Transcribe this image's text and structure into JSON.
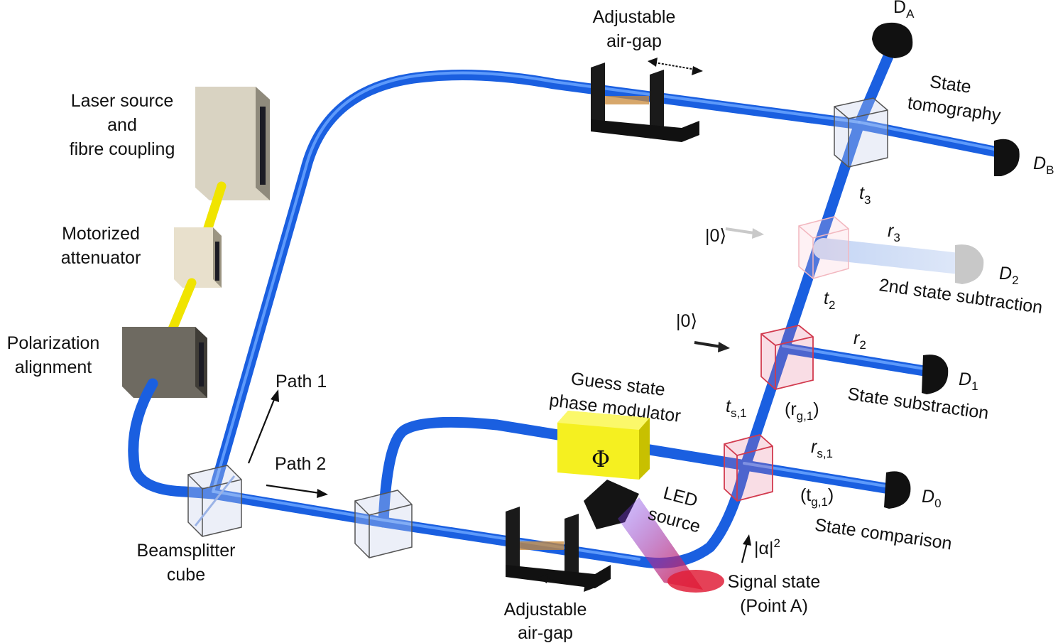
{
  "labels": {
    "laser_source": [
      "Laser source",
      "and",
      "fibre coupling"
    ],
    "attenuator": [
      "Motorized",
      "attenuator"
    ],
    "polarization": [
      "Polarization",
      "alignment"
    ],
    "beamsplitter": [
      "Beamsplitter",
      "cube"
    ],
    "path1": "Path 1",
    "path2": "Path 2",
    "airgap_top": [
      "Adjustable",
      "air-gap"
    ],
    "airgap_bottom": [
      "Adjustable",
      "air-gap"
    ],
    "guess_state": [
      "Guess state",
      "phase modulator"
    ],
    "phi": "Φ",
    "led": [
      "LED",
      "source"
    ],
    "signal_state": [
      "Signal state",
      "(Point A)"
    ],
    "alpha": "|α|",
    "alpha_sup": "2",
    "state_comparison": "State comparison",
    "state_subtraction": "State substraction",
    "second_subtraction": "2nd state subtraction",
    "state_tomography": [
      "State",
      "tomography"
    ],
    "ket_zero_1": "|0⟩",
    "ket_zero_2": "|0⟩",
    "det_A": {
      "main": "D",
      "sub": "A"
    },
    "det_B": {
      "main": "D",
      "sub": "B"
    },
    "det_2": {
      "main": "D",
      "sub": "2"
    },
    "det_1": {
      "main": "D",
      "sub": "1"
    },
    "det_0": {
      "main": "D",
      "sub": "0"
    },
    "t3": {
      "main": "t",
      "sub": "3"
    },
    "r3": {
      "main": "r",
      "sub": "3"
    },
    "t2": {
      "main": "t",
      "sub": "2"
    },
    "r2": {
      "main": "r",
      "sub": "2"
    },
    "ts1": {
      "main": "t",
      "sub": "s,1"
    },
    "rg1": {
      "pre": "(r",
      "sub": "g,1",
      "post": ")"
    },
    "rs1": {
      "main": "r",
      "sub": "s,1"
    },
    "tg1": {
      "pre": "(t",
      "sub": "g,1",
      "post": ")"
    }
  },
  "colors": {
    "fiber": "#1a5fe0",
    "laser_beam": "#f0e400",
    "led_beam": "#e0203a",
    "detector": "#111111"
  }
}
